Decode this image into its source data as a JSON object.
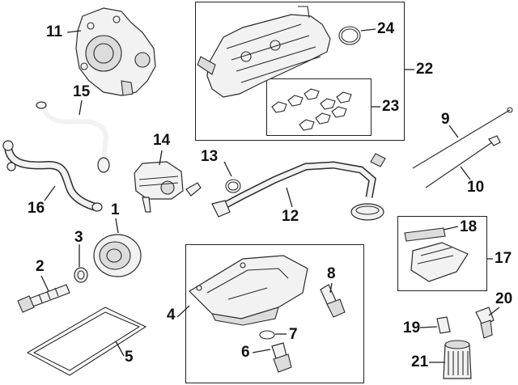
{
  "callouts": {
    "c1": "1",
    "c2": "2",
    "c3": "3",
    "c4": "4",
    "c5": "5",
    "c6": "6",
    "c7": "7",
    "c8": "8",
    "c9": "9",
    "c10": "10",
    "c11": "11",
    "c12": "12",
    "c13": "13",
    "c14": "14",
    "c15": "15",
    "c16": "16",
    "c17": "17",
    "c18": "18",
    "c19": "19",
    "c20": "20",
    "c21": "21",
    "c22": "22",
    "c23": "23",
    "c24": "24"
  },
  "colors": {
    "line": "#222222",
    "fill": "#f2f2f2",
    "shade": "#dcdcdc",
    "background": "#ffffff"
  }
}
